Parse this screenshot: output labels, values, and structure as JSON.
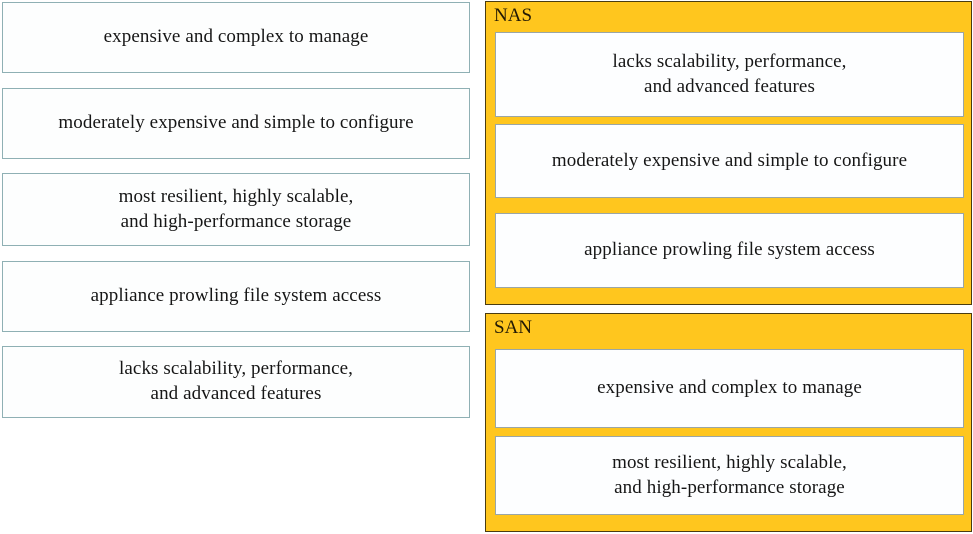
{
  "source_list": {
    "name": "answer-options",
    "items": [
      {
        "text": "expensive and complex to manage"
      },
      {
        "text": "moderately expensive and simple to configure"
      },
      {
        "text": "most resilient, highly scalable,\nand high-performance storage"
      },
      {
        "text": "appliance prowling file system access"
      },
      {
        "text": "lacks scalability, performance,\nand advanced features"
      }
    ]
  },
  "targets": [
    {
      "title": "NAS",
      "items": [
        {
          "text": "lacks scalability, performance,\nand advanced features"
        },
        {
          "text": "moderately expensive and simple to configure"
        },
        {
          "text": "appliance prowling file system access"
        }
      ]
    },
    {
      "title": "SAN",
      "items": [
        {
          "text": "expensive and complex to manage"
        },
        {
          "text": "most resilient, highly scalable,\nand high-performance storage"
        }
      ]
    }
  ],
  "colors": {
    "panel_background": "#ffc61e",
    "panel_border": "#4a3c10",
    "card_border_left": "#8fb0b4",
    "card_border_panel": "#9aa6a6",
    "card_background": "#fdfeff",
    "text": "#161616",
    "title_text": "#231a05"
  }
}
